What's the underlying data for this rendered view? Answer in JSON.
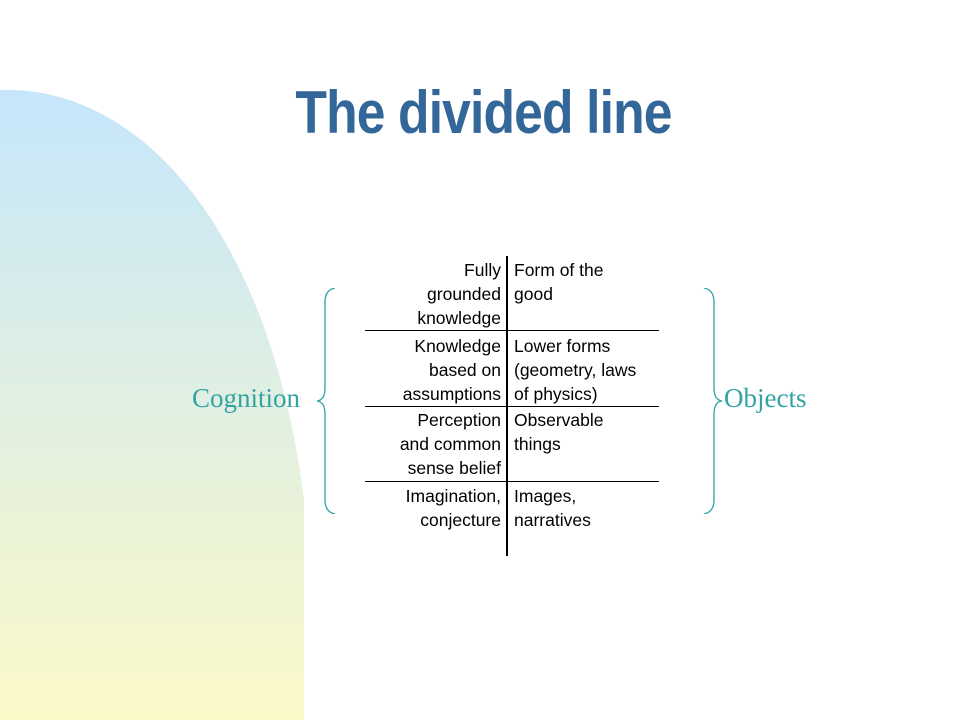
{
  "title": "The divided line",
  "labels": {
    "left": "Cognition",
    "right": "Objects"
  },
  "colors": {
    "title": "#336699",
    "labels": "#33a3a3",
    "bg_gradient_top": "#c6e6fb",
    "bg_gradient_bottom": "#fbf9c8"
  },
  "rows": [
    {
      "cognition": "Fully\ngrounded\nknowledge",
      "object": "Form of the\ngood"
    },
    {
      "cognition": "Knowledge\nbased on\nassumptions",
      "object": "Lower forms\n(geometry, laws\nof physics)"
    },
    {
      "cognition": "Perception\nand common\nsense belief",
      "object": "Observable\nthings"
    },
    {
      "cognition": "Imagination,\nconjecture",
      "object": "Images,\nnarratives"
    }
  ]
}
